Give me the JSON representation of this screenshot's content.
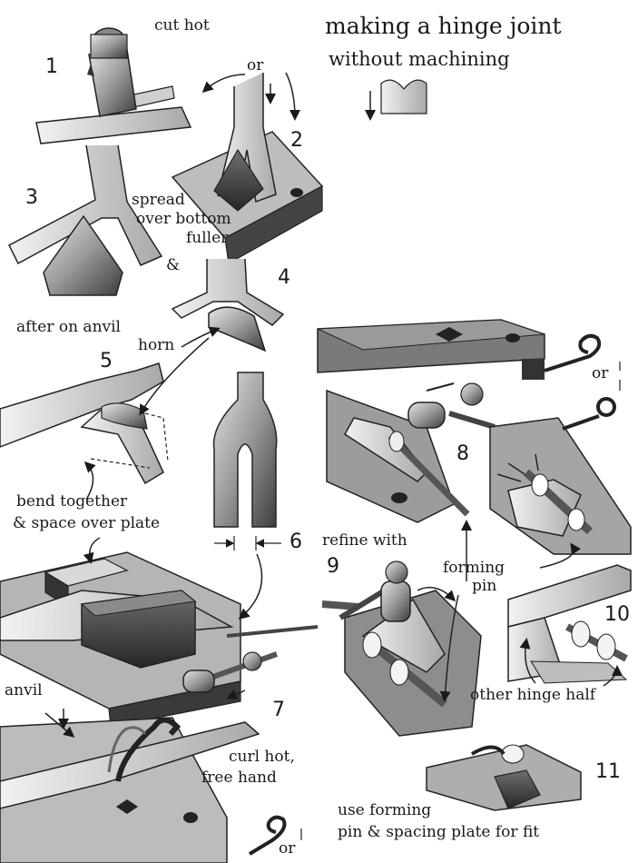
{
  "title": {
    "line1": "making a hinge joint",
    "line2": "without machining"
  },
  "steps": [
    "1",
    "2",
    "3",
    "4",
    "5",
    "6",
    "7",
    "8",
    "9",
    "10",
    "11"
  ],
  "labels": {
    "cut_hot": "cut hot",
    "or_top": "or",
    "spread": "spread",
    "over_bottom": "over bottom",
    "fuller": "fuller",
    "ampersand": "&",
    "after": "after on anvil",
    "horn": "horn",
    "bend_together": "bend together",
    "space_over_plate": "& space over plate",
    "refine_with": "refine with",
    "forming": "forming",
    "pin": "pin",
    "anvil": "anvil",
    "curl_hot": "curl hot,",
    "free_hand": "free hand",
    "or_right": "or",
    "other_hinge_half": "other hinge half",
    "use_forming": "use forming",
    "pin_spacing": "pin & spacing plate for fit",
    "or_bottom": "or"
  }
}
